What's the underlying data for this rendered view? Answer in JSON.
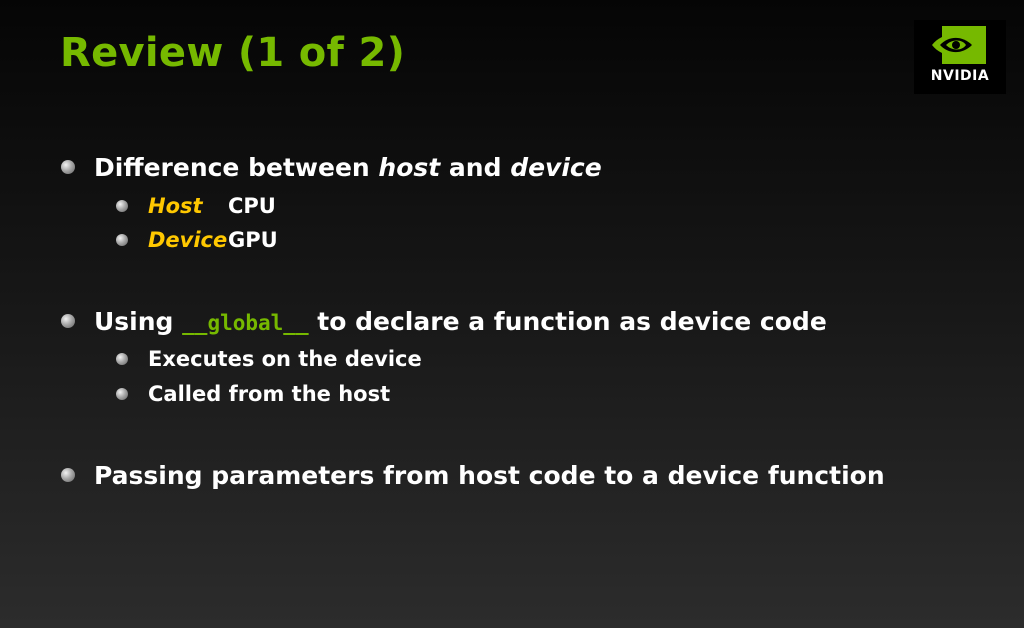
{
  "slide": {
    "title": "Review (1 of 2)"
  },
  "logo": {
    "wordmark": "NVIDIA",
    "icon": "nvidia-eye-icon",
    "accent_color": "#76b900"
  },
  "bullets": {
    "b1": {
      "prefix": "Difference between ",
      "em1": "host",
      "middle": " and ",
      "em2": "device"
    },
    "b1_sub": [
      {
        "term": "Host",
        "value": "CPU"
      },
      {
        "term": "Device",
        "value": "GPU"
      }
    ],
    "b2": {
      "prefix": "Using ",
      "code": "__global__",
      "suffix": " to declare a function as device code"
    },
    "b2_sub": [
      "Executes on the device",
      "Called from the host"
    ],
    "b3": "Passing parameters from host code to a device function"
  },
  "colors": {
    "title": "#76b900",
    "term": "#ffc800",
    "text": "#ffffff",
    "background_top": "#050505",
    "background_bottom": "#2c2c2c"
  }
}
